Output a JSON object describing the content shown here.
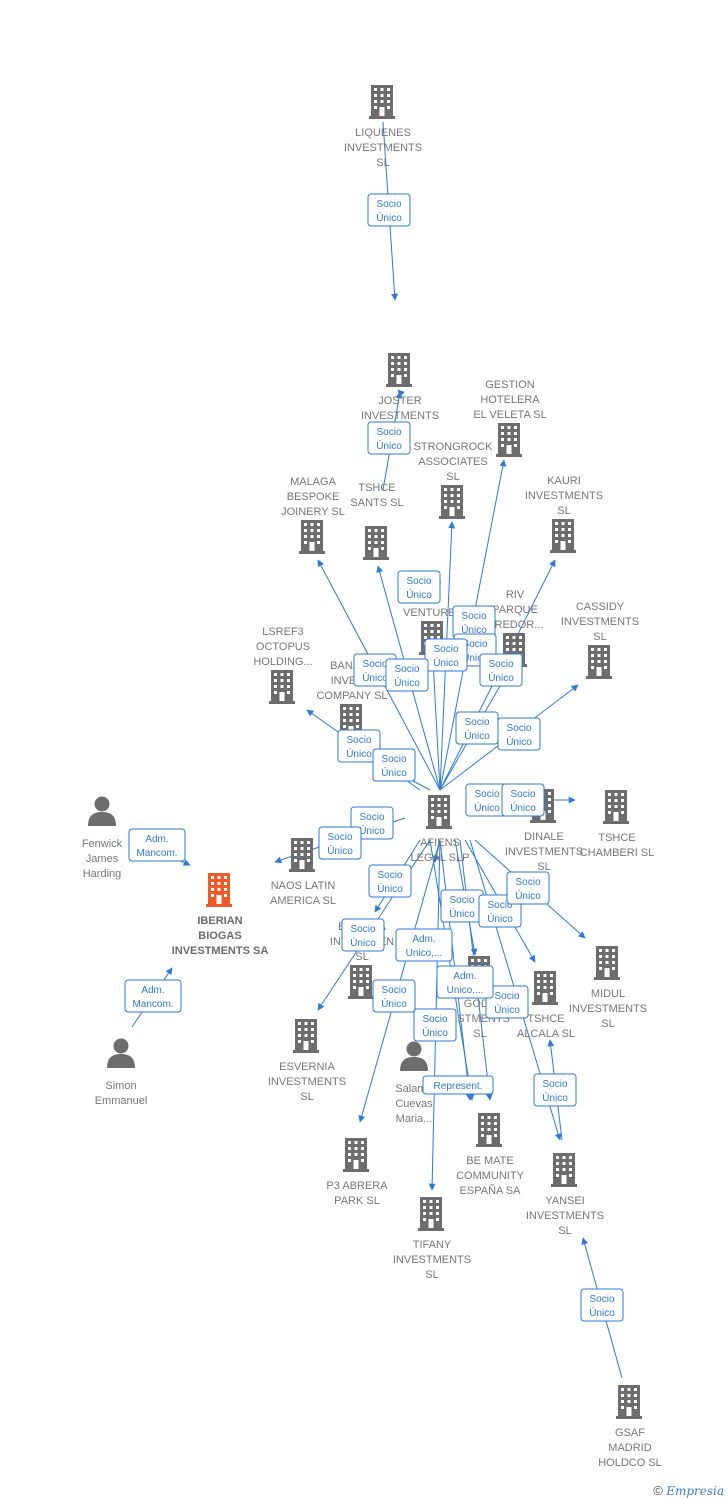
{
  "colors": {
    "edge": "#2e7bd6",
    "company": "#6d6d6d",
    "highlight": "#f05a28",
    "person": "#6d6d6d"
  },
  "nodes": [
    {
      "id": "liquenes",
      "type": "company",
      "label": [
        "LIQUENES",
        "INVESTMENTS",
        "SL"
      ]
    },
    {
      "id": "joster",
      "type": "company",
      "label": [
        "JOSTER",
        "INVESTMENTS",
        "SL"
      ]
    },
    {
      "id": "gestion",
      "type": "company",
      "label": [
        "GESTION",
        "HOTELERA",
        "EL VELETA  SL"
      ]
    },
    {
      "id": "strongrock",
      "type": "company",
      "label": [
        "STRONGROCK",
        "ASSOCIATES",
        "SL"
      ]
    },
    {
      "id": "kauri",
      "type": "company",
      "label": [
        "KAURI",
        "INVESTMENTS",
        "SL"
      ]
    },
    {
      "id": "malaga",
      "type": "company",
      "label": [
        "MALAGA",
        "BESPOKE",
        "JOINERY  SL"
      ]
    },
    {
      "id": "tshce_sants",
      "type": "company",
      "label": [
        "TSHCE",
        "SANTS  SL"
      ]
    },
    {
      "id": "arco",
      "type": "company",
      "label": [
        "CO",
        "AN",
        "VENTURES"
      ]
    },
    {
      "id": "riv",
      "type": "company",
      "label": [
        "RIV",
        "PARQUE",
        "RREDOR..."
      ]
    },
    {
      "id": "cassidy",
      "type": "company",
      "label": [
        "CASSIDY",
        "INVESTMENTS",
        "SL"
      ]
    },
    {
      "id": "lsref3",
      "type": "company",
      "label": [
        "LSREF3",
        "OCTOPUS",
        "HOLDING..."
      ]
    },
    {
      "id": "banatr",
      "type": "company",
      "label": [
        "BANATR",
        "INVESTI",
        "COMPANY  SL"
      ]
    },
    {
      "id": "afiens",
      "type": "company",
      "label": [
        "AFIENS",
        "LEGAL  SLP"
      ]
    },
    {
      "id": "dinale",
      "type": "company",
      "label": [
        "DINALE",
        "INVESTMENTS",
        "SL"
      ]
    },
    {
      "id": "tshce_chamberi",
      "type": "company",
      "label": [
        "TSHCE",
        "CHAMBERI  SL"
      ]
    },
    {
      "id": "fenwick",
      "type": "person",
      "label": [
        "Fenwick",
        "James",
        "Harding"
      ]
    },
    {
      "id": "iberian",
      "type": "main",
      "label": [
        "IBERIAN",
        "BIOGAS",
        "INVESTMENTS SA"
      ]
    },
    {
      "id": "naos",
      "type": "company",
      "label": [
        "NAOS LATIN",
        "AMERICA  SL"
      ]
    },
    {
      "id": "bonilea",
      "type": "company",
      "label": [
        "BONILEA",
        "INVESTMEN",
        "SL"
      ]
    },
    {
      "id": "godec",
      "type": "company",
      "label": [
        "GODE",
        "ESTMENTS",
        "SL"
      ]
    },
    {
      "id": "tshce_alcala",
      "type": "company",
      "label": [
        "TSHCE",
        "ALCALA  SL"
      ]
    },
    {
      "id": "midul",
      "type": "company",
      "label": [
        "MIDUL",
        "INVESTMENTS",
        "SL"
      ]
    },
    {
      "id": "simon",
      "type": "person",
      "label": [
        "Simon",
        "Emmanuel"
      ]
    },
    {
      "id": "esvernia",
      "type": "company",
      "label": [
        "ESVERNIA",
        "INVESTMENTS",
        "SL"
      ]
    },
    {
      "id": "salamanca",
      "type": "person",
      "label": [
        "Salama",
        "Cuevas",
        "Maria..."
      ]
    },
    {
      "id": "p3",
      "type": "company",
      "label": [
        "P3 ABRERA",
        "PARK  SL"
      ]
    },
    {
      "id": "bemate",
      "type": "company",
      "label": [
        "BE MATE",
        "COMMUNITY",
        "ESPAÑA SA"
      ]
    },
    {
      "id": "yansei",
      "type": "company",
      "label": [
        "YANSEI",
        "INVESTMENTS",
        "SL"
      ]
    },
    {
      "id": "tifany",
      "type": "company",
      "label": [
        "TIFANY",
        "INVESTMENTS",
        "SL"
      ]
    },
    {
      "id": "gsaf",
      "type": "company",
      "label": [
        "GSAF",
        "MADRID",
        "HOLDCO  SL"
      ]
    }
  ],
  "edge_labels": [
    [
      "Socio",
      "Único"
    ],
    [
      "Socio",
      "Único"
    ],
    [
      "Socio",
      "Único"
    ],
    [
      "Socio",
      "Único"
    ],
    [
      "Socio",
      "Único"
    ],
    [
      "Socio",
      "Único"
    ],
    [
      "Socio",
      "Único"
    ],
    [
      "Socio",
      "Único"
    ],
    [
      "Socio",
      "Único"
    ],
    [
      "Socio",
      "Único"
    ],
    [
      "Socio",
      "Único"
    ],
    [
      "Socio",
      "Único"
    ],
    [
      "Socio",
      "Único"
    ],
    [
      "Socio",
      "Único"
    ],
    [
      "Socio",
      "Único"
    ],
    [
      "Socio",
      "Único"
    ],
    [
      "Socio",
      "Único"
    ],
    [
      "Socio",
      "Único"
    ],
    [
      "Socio",
      "Único"
    ],
    [
      "Socio",
      "Único"
    ],
    [
      "Socio",
      "Único"
    ],
    [
      "Socio",
      "Único"
    ],
    [
      "Socio",
      "Único"
    ],
    [
      "Socio",
      "Único"
    ],
    [
      "Socio",
      "Único"
    ],
    [
      "Socio",
      "Único"
    ],
    [
      "Socio",
      "Único"
    ],
    [
      "Socio",
      "Único"
    ],
    [
      "Adm.",
      "Mancom."
    ],
    [
      "Adm.",
      "Mancom."
    ],
    [
      "Adm.",
      "Unico,..."
    ],
    [
      "Adm.",
      "Unico,..."
    ],
    [
      "Represent."
    ]
  ],
  "footer": {
    "copyright": "©",
    "brand": "Empresia"
  }
}
